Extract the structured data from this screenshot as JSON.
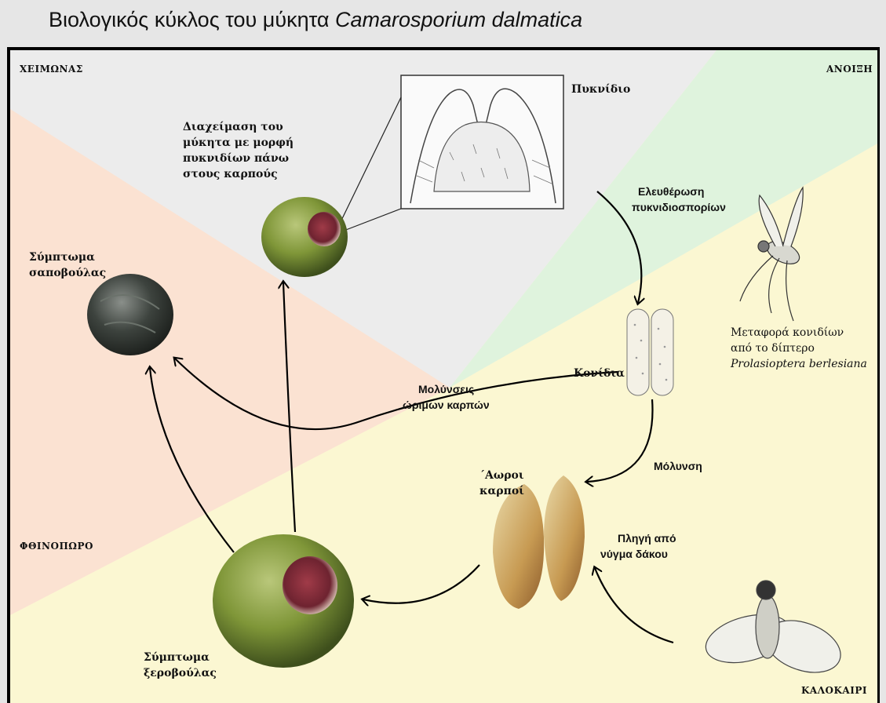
{
  "title": {
    "prefix": "Βιολογικός κύκλος του μύκητα ",
    "species": "Camarosporium dalmatica"
  },
  "seasons": {
    "winter": "ΧΕΙΜΩΝΑΣ",
    "spring": "ΑΝΟΙΞΗ",
    "autumn": "ΦΘΙΝΟΠΩΡΟ",
    "summer": "ΚΑΛΟΚΑΙΡΙ"
  },
  "labels": {
    "overwinter": [
      "Διαχείμαση του",
      "μύκητα με μορφή",
      "πυκνιδίων πάνω",
      "στους καρπούς"
    ],
    "pycnidium": "Πυκνίδιο",
    "release": [
      "Ελευθέρωση",
      "πυκνιδιοσπορίων"
    ],
    "transport": [
      "Μεταφορά κονιδίων",
      "από το δίπτερο"
    ],
    "vector_species": "Prolasioptera berlesiana",
    "conidia": "Κονίδια",
    "ripe_infection": [
      "Μολύνσεις",
      "ώριμων καρπών"
    ],
    "soft_rot": [
      "Σύμπτωμα",
      "σαποβούλας"
    ],
    "infection": "Μόλυνση",
    "unripe": [
      "΄Αωροι",
      "καρποί"
    ],
    "wound": [
      "Πληγή από",
      "νύγμα δάκου"
    ],
    "dry_rot": [
      "Σύμπτωμα",
      "ξεροβούλας"
    ]
  },
  "colors": {
    "winter": "#ececec",
    "spring": "#dff3dd",
    "autumn": "#fbe2d2",
    "summer": "#fbf7d2"
  }
}
